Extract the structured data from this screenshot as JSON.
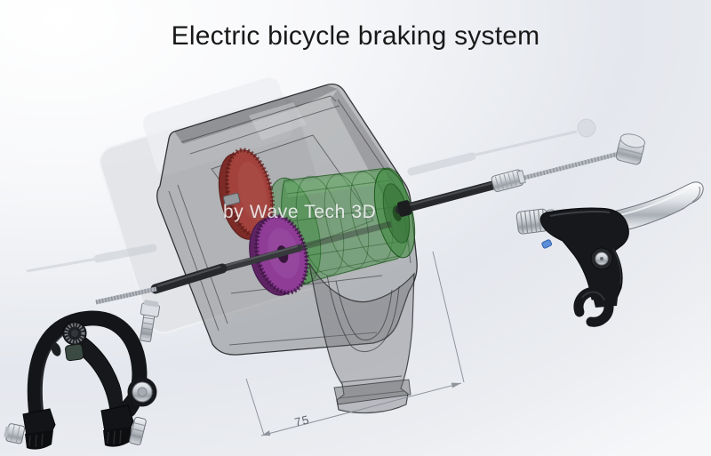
{
  "header": {
    "title": "Electric bicycle braking system"
  },
  "watermark": {
    "text": "by Wave Tech 3D"
  },
  "annotation": {
    "dimension_label": "75"
  },
  "colors": {
    "gear_red": "#a3423c",
    "gear_purple": "#8e3c96",
    "rotor_green": "#3f8b3f",
    "housing_gray": "#6b6d70",
    "metal_silver": "#c9cdd3",
    "part_black": "#17181b",
    "dimension_gray": "#8f959b",
    "ghost_gray": "#c5c9cf",
    "background_tint": "#e3e6ec"
  }
}
